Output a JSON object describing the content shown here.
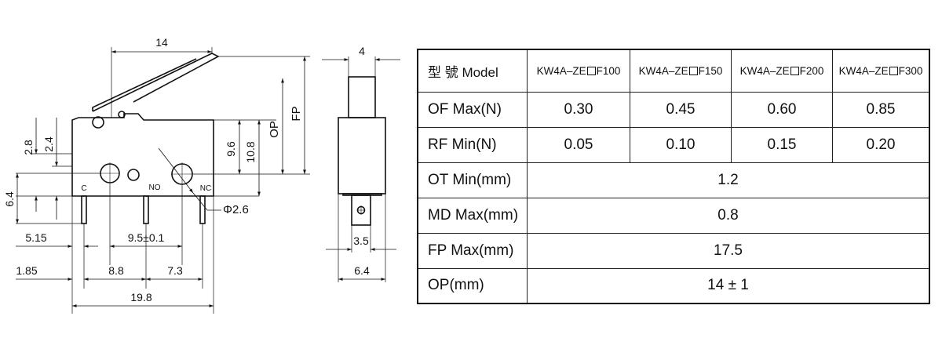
{
  "dimensions": {
    "lever_length": "14",
    "body_height_2_8": "2.8",
    "body_height_2_4": "2.4",
    "terminal_6_4": "6.4",
    "offset_5_15": "5.15",
    "pitch_9_5": "9.5±0.1",
    "edge_1_85": "1.85",
    "pitch_8_8": "8.8",
    "pitch_7_3": "7.3",
    "total_width": "19.8",
    "hole_diameter": "Φ2.6",
    "height_9_6": "9.6",
    "height_10_8": "10.8",
    "op_label": "OP",
    "fp_label": "FP",
    "terminal_c": "C",
    "terminal_no": "NO",
    "terminal_nc": "NC",
    "side_width_4": "4",
    "side_width_3_5": "3.5",
    "side_width_6_4": "6.4"
  },
  "table": {
    "header": {
      "label": "型 號 Model",
      "models": [
        {
          "prefix": "KW4A–ZE",
          "suffix": "F100"
        },
        {
          "prefix": "KW4A–ZE",
          "suffix": "F150"
        },
        {
          "prefix": "KW4A–ZE",
          "suffix": "F200"
        },
        {
          "prefix": "KW4A–ZE",
          "suffix": "F300"
        }
      ]
    },
    "rows": {
      "of_max": {
        "label": "OF Max(N)",
        "values": [
          "0.30",
          "0.45",
          "0.60",
          "0.85"
        ]
      },
      "rf_min": {
        "label": "RF Min(N)",
        "values": [
          "0.05",
          "0.10",
          "0.15",
          "0.20"
        ]
      },
      "ot_min": {
        "label": "OT Min(mm)",
        "value": "1.2"
      },
      "md_max": {
        "label": "MD Max(mm)",
        "value": "0.8"
      },
      "fp_max": {
        "label": "FP Max(mm)",
        "value": "17.5"
      },
      "op": {
        "label": "OP(mm)",
        "value": "14 ± 1"
      }
    }
  }
}
